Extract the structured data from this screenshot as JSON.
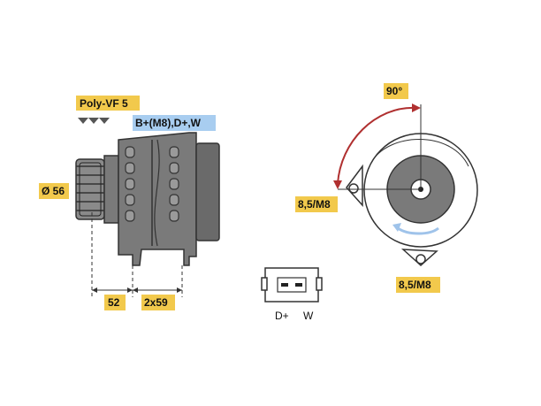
{
  "labels": {
    "belt": "Poly-VF 5",
    "terminals": "B+(M8),D+,W",
    "diameter": "Ø 56",
    "dim_a": "52",
    "dim_b": "2x59",
    "angle": "90°",
    "mount_top": "8,5/M8",
    "mount_bottom": "8,5/M8",
    "connector_pin_1": "D+",
    "connector_pin_2": "W"
  },
  "colors": {
    "label_yellow": "#f2c94c",
    "label_blue": "#a8cdf0",
    "body_grey": "#7a7a7a",
    "arrow_red": "#b03030",
    "arrow_blue": "#3a6ec0",
    "arrow_light_blue": "#9fc3ea"
  }
}
